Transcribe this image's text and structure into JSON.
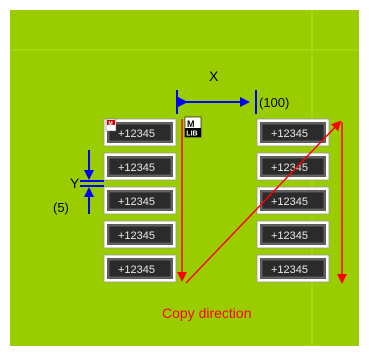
{
  "labels": {
    "x_label": "X",
    "x_value": "(100)",
    "y_label": "Y",
    "y_value": "(5)",
    "copy_direction": "Copy direction"
  },
  "widget": {
    "value_text": "+12345",
    "grid": {
      "columns": 2,
      "rows_per_column": 5
    }
  },
  "badges": {
    "m_badge": "M",
    "mlib_top": "M",
    "mlib_bottom": "LIB"
  },
  "colors": {
    "background": "#9acd00",
    "panel": "#a3d500",
    "widget_frame": "#ffffff",
    "widget_body": "#5b5b5b",
    "widget_screen": "#2b2b2b",
    "blue_arrow": "#0000ff",
    "red_arrow": "#ff0000"
  }
}
